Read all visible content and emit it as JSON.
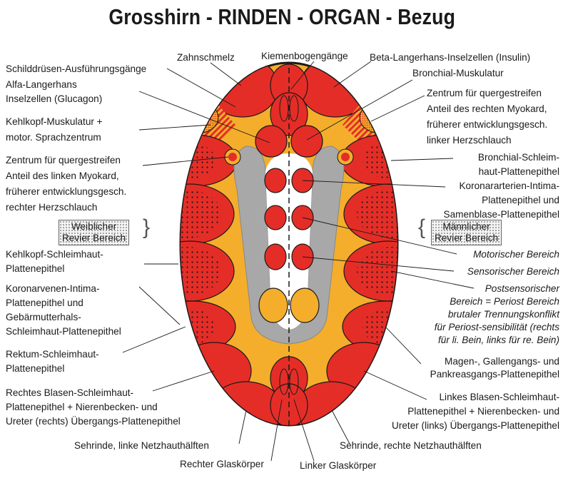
{
  "title": "Grosshirn - RINDEN - ORGAN - Bezug",
  "colors": {
    "red": "#e52d27",
    "yellow": "#f4ae2c",
    "gray": "#a8a8a8",
    "outline": "#1a1a1a"
  },
  "labels_left": {
    "schilddruesen": "Schilddrüsen-Ausführungsgänge",
    "alfa_1": "Alfa-Langerhans",
    "alfa_2": "Inselzellen (Glucagon)",
    "kehlkopf_musk_1": "Kehlkopf-Muskulatur +",
    "kehlkopf_musk_2": "motor. Sprachzentrum",
    "zentrum_links_1": "Zentrum für quergestreifen",
    "zentrum_links_2": "Anteil des linken Myokard,",
    "zentrum_links_3": "früherer entwicklungsgesch.",
    "zentrum_links_4": "rechter Herzschlauch",
    "kehlkopf_schleim_1": "Kehlkopf-Schleimhaut-",
    "kehlkopf_schleim_2": "Plattenepithel",
    "koronarvenen_1": "Koronarvenen-Intima-",
    "koronarvenen_2": "Plattenepithel und",
    "koronarvenen_3": "Gebärmutterhals-",
    "koronarvenen_4": "Schleimhaut-Plattenepithel",
    "rektum_1": "Rektum-Schleimhaut-",
    "rektum_2": "Plattenepithel",
    "blase_rechts_1": "Rechtes Blasen-Schleimhaut-",
    "blase_rechts_2": "Plattenepithel + Nierenbecken- und",
    "blase_rechts_3": "Ureter (rechts) Übergangs-Plattenepithel",
    "sehrinde_links": "Sehrinde, linke Netzhauthälften",
    "glas_rechts": "Rechter Glaskörper"
  },
  "labels_top": {
    "zahnschmelz": "Zahnschmelz",
    "kiemenbogen": "Kiemenbogengänge"
  },
  "labels_right": {
    "beta": "Beta-Langerhans-Inselzellen (Insulin)",
    "bronchial_musk": "Bronchial-Muskulatur",
    "zentrum_rechts_1": "Zentrum für quergestreifen",
    "zentrum_rechts_2": "Anteil des rechten Myokard,",
    "zentrum_rechts_3": "früherer entwicklungsgesch.",
    "zentrum_rechts_4": "linker Herzschlauch",
    "bronchial_schleim_1": "Bronchial-Schleim-",
    "bronchial_schleim_2": "haut-Plattenepithel",
    "koronararterien_1": "Koronararterien-Intima-",
    "koronararterien_2": "Plattenepithel und",
    "koronararterien_3": "Samenblase-Plattenepithel",
    "motorisch": "Motorischer Bereich",
    "sensorisch": "Sensorischer Bereich",
    "post_1": "Postsensorischer",
    "post_2": "Bereich = Periost Bereich",
    "post_3": "brutaler Trennungskonflikt",
    "post_4": "für Periost-sensibilität (rechts",
    "post_5": "für li. Bein, links für re. Bein)",
    "magen_1": "Magen-, Gallengangs- und",
    "magen_2": "Pankreasgangs-Plattenepithel",
    "blase_links_1": "Linkes Blasen-Schleimhaut-",
    "blase_links_2": "Plattenepithel + Nierenbecken- und",
    "blase_links_3": "Ureter (links) Übergangs-Plattenepithel",
    "sehrinde_rechts": "Sehrinde, rechte Netzhauthälften",
    "glas_links": "Linker Glaskörper"
  },
  "revier": {
    "weiblich_1": "Weiblicher",
    "weiblich_2": "Revier Bereich",
    "maennlich_1": "Männlicher",
    "maennlich_2": "Revier Bereich"
  }
}
